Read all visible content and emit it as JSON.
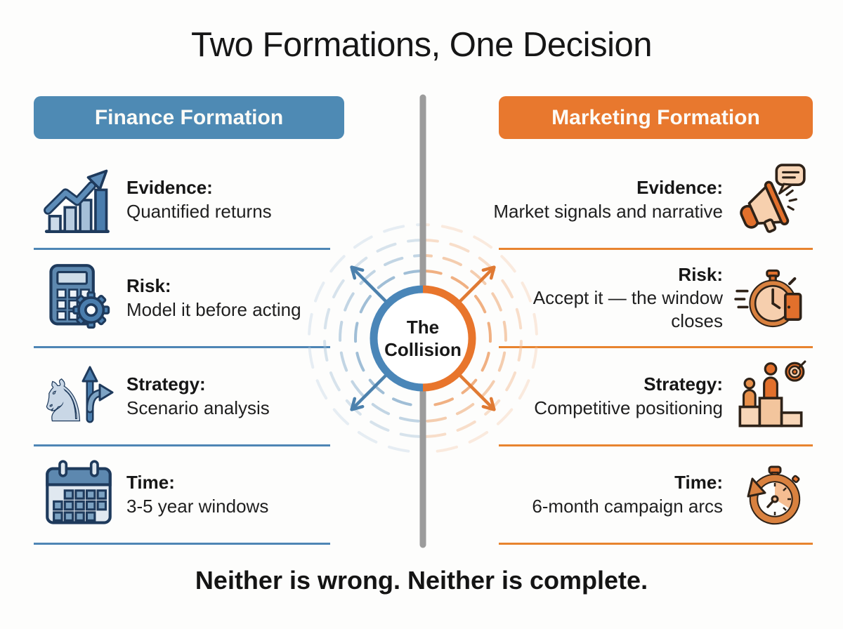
{
  "title": "Two Formations, One Decision",
  "footer": "Neither is wrong. Neither is complete.",
  "center": {
    "line1": "The",
    "line2": "Collision"
  },
  "left": {
    "header": "Finance Formation",
    "rows": [
      {
        "icon": "bar-chart-growth-icon",
        "label": "Evidence:",
        "desc": "Quantified returns"
      },
      {
        "icon": "calculator-gear-icon",
        "label": "Risk:",
        "desc": "Model it before acting"
      },
      {
        "icon": "chess-knight-arrows-icon",
        "label": "Strategy:",
        "desc": "Scenario analysis"
      },
      {
        "icon": "calendar-icon",
        "label": "Time:",
        "desc": "3-5 year windows"
      }
    ]
  },
  "right": {
    "header": "Marketing Formation",
    "rows": [
      {
        "icon": "megaphone-speech-icon",
        "label": "Evidence:",
        "desc": "Market signals and narrative"
      },
      {
        "icon": "stopwatch-door-icon",
        "label": "Risk:",
        "desc": "Accept it — the window closes"
      },
      {
        "icon": "podium-people-target-icon",
        "label": "Strategy:",
        "desc": "Competitive positioning"
      },
      {
        "icon": "timer-rewind-icon",
        "label": "Time:",
        "desc": "6-month campaign arcs"
      }
    ]
  },
  "colors": {
    "finance_accent": "#4e8ab4",
    "marketing_accent": "#e8782e",
    "finance_divider": "#4e86b5",
    "marketing_divider": "#e8842f",
    "center_line_gray": "#9c9c9c",
    "collision_ring_blue": "#4a86b8",
    "collision_ring_orange": "#e8752c",
    "text_dark": "#1b1b1b",
    "background": "#fdfdfc"
  }
}
